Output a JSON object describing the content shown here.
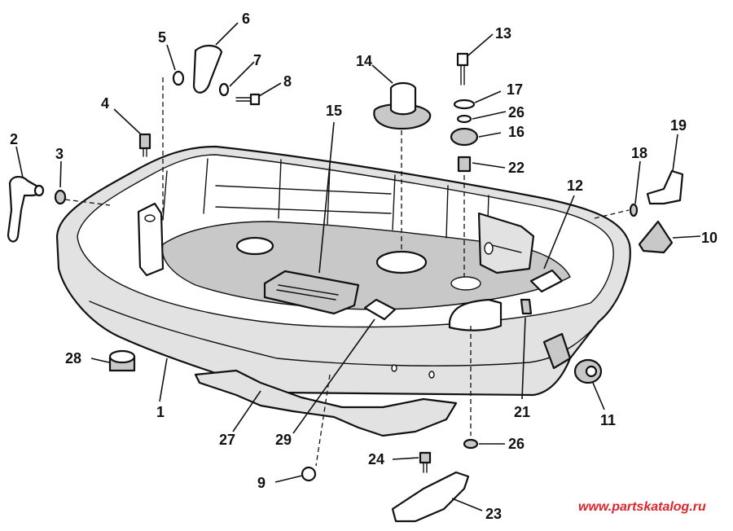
{
  "diagram": {
    "callouts": {
      "p1": "1",
      "p2": "2",
      "p3": "3",
      "p4": "4",
      "p5": "5",
      "p6": "6",
      "p7": "7",
      "p8": "8",
      "p9": "9",
      "p10": "10",
      "p11": "11",
      "p12": "12",
      "p13": "13",
      "p14": "14",
      "p15": "15",
      "p16": "16",
      "p17": "17",
      "p18": "18",
      "p19": "19",
      "p21": "21",
      "p22": "22",
      "p23": "23",
      "p24": "24",
      "p26a": "26",
      "p26b": "26",
      "p27": "27",
      "p28": "28",
      "p29": "29"
    },
    "watermark": "www.partskatalog.ru"
  }
}
